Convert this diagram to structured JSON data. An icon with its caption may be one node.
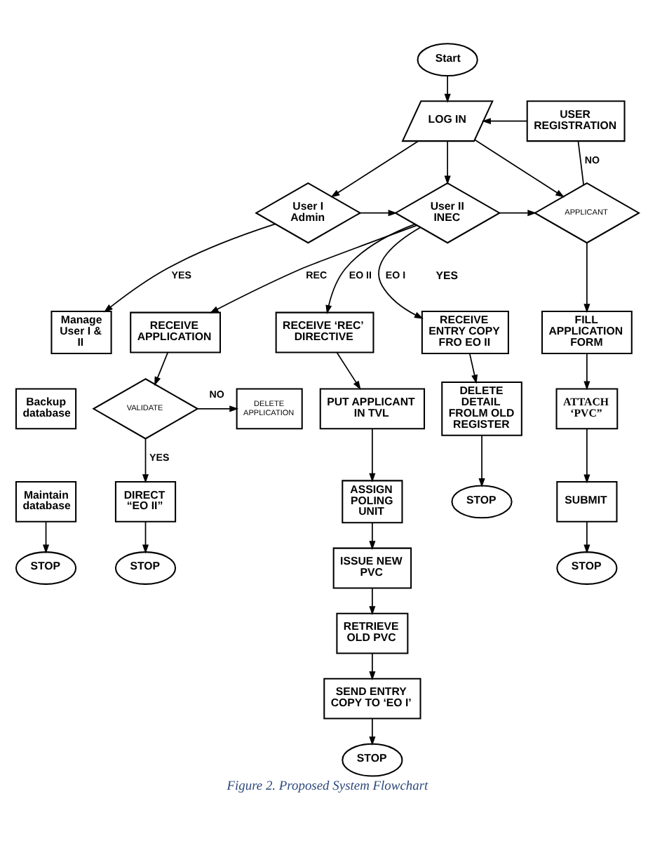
{
  "diagram": {
    "caption": "Figure 2. Proposed System Flowchart",
    "nodes": [
      {
        "text": [
          "Start"
        ]
      },
      {
        "text": [
          "LOG IN"
        ]
      },
      {
        "text": [
          "USER REGISTRATION"
        ]
      },
      {
        "text": [
          "User I Admin"
        ]
      },
      {
        "text": [
          "User II INEC"
        ]
      },
      {
        "text": [
          "APPLICANT"
        ]
      },
      {
        "text": [
          "Manage User I & II"
        ]
      },
      {
        "text": [
          "Backup database"
        ]
      },
      {
        "text": [
          "Maintain database"
        ]
      },
      {
        "text": [
          "STOP"
        ]
      },
      {
        "text": [
          "RECEIVE APPLICATION"
        ]
      },
      {
        "text": [
          "VALIDATE"
        ]
      },
      {
        "text": [
          "DELETE APPLICATION"
        ]
      },
      {
        "text": [
          "DIRECT “EO II”"
        ]
      },
      {
        "text": [
          "STOP"
        ]
      },
      {
        "text": [
          "RECEIVE ‘REC’ DIRECTIVE"
        ]
      },
      {
        "text": [
          "PUT APPLICANT IN TVL"
        ]
      },
      {
        "text": [
          "ASSIGN POLING UNIT"
        ]
      },
      {
        "text": [
          "ISSUE NEW PVC"
        ]
      },
      {
        "text": [
          "RETRIEVE OLD PVC"
        ]
      },
      {
        "text": [
          "SEND ENTRY COPY TO ‘EO I’"
        ]
      },
      {
        "text": [
          "STOP"
        ]
      },
      {
        "text": [
          "RECEIVE ENTRY COPY FRO EO II"
        ]
      },
      {
        "text": [
          "DELETE DETAIL FROLM OLD REGISTER"
        ]
      },
      {
        "text": [
          "STOP"
        ]
      },
      {
        "text": [
          "FILL APPLICATION FORM"
        ]
      },
      {
        "text": [
          "ATTACH ‘PVC”"
        ]
      },
      {
        "text": [
          "SUBMIT"
        ]
      },
      {
        "text": [
          "STOP"
        ]
      }
    ],
    "edges": [
      {
        "from": 0,
        "to": 1,
        "arrow": "to"
      },
      {
        "from": 2,
        "to": 1,
        "arrow": "to"
      },
      {
        "from": 1,
        "to": 3,
        "arrow": "to"
      },
      {
        "from": 1,
        "to": 4,
        "arrow": "to"
      },
      {
        "from": 1,
        "to": 5,
        "arrow": "to"
      },
      {
        "from": 3,
        "to": 4,
        "arrow": "to"
      },
      {
        "from": 4,
        "to": 5,
        "arrow": "to"
      },
      {
        "from": 5,
        "to": 2,
        "arrow": "none",
        "label": "NO"
      },
      {
        "from": 3,
        "to": 6,
        "arrow": "to",
        "label": "YES"
      },
      {
        "from": 8,
        "to": 9,
        "arrow": "to"
      },
      {
        "from": 4,
        "to": 10,
        "arrow": "to",
        "label": "REC"
      },
      {
        "from": 4,
        "to": 15,
        "arrow": "to",
        "label": "EO II"
      },
      {
        "from": 4,
        "to": 22,
        "arrow": "to",
        "label": "EO I"
      },
      {
        "from": 10,
        "to": 11,
        "arrow": "to"
      },
      {
        "from": 11,
        "to": 12,
        "arrow": "to",
        "label": "NO"
      },
      {
        "from": 11,
        "to": 13,
        "arrow": "to",
        "label": "YES"
      },
      {
        "from": 13,
        "to": 14,
        "arrow": "to"
      },
      {
        "from": 15,
        "to": 16,
        "arrow": "to"
      },
      {
        "from": 16,
        "to": 17,
        "arrow": "to"
      },
      {
        "from": 17,
        "to": 18,
        "arrow": "to"
      },
      {
        "from": 18,
        "to": 19,
        "arrow": "to"
      },
      {
        "from": 19,
        "to": 20,
        "arrow": "to"
      },
      {
        "from": 20,
        "to": 21,
        "arrow": "to"
      },
      {
        "from": 22,
        "to": 23,
        "arrow": "to"
      },
      {
        "from": 23,
        "to": 24,
        "arrow": "to"
      },
      {
        "from": 5,
        "to": 25,
        "arrow": "to"
      },
      {
        "from": 25,
        "to": 26,
        "arrow": "to"
      },
      {
        "from": 26,
        "to": 27,
        "arrow": "to"
      },
      {
        "from": 27,
        "to": 28,
        "arrow": "to"
      }
    ],
    "labels": [
      "YES"
    ]
  }
}
